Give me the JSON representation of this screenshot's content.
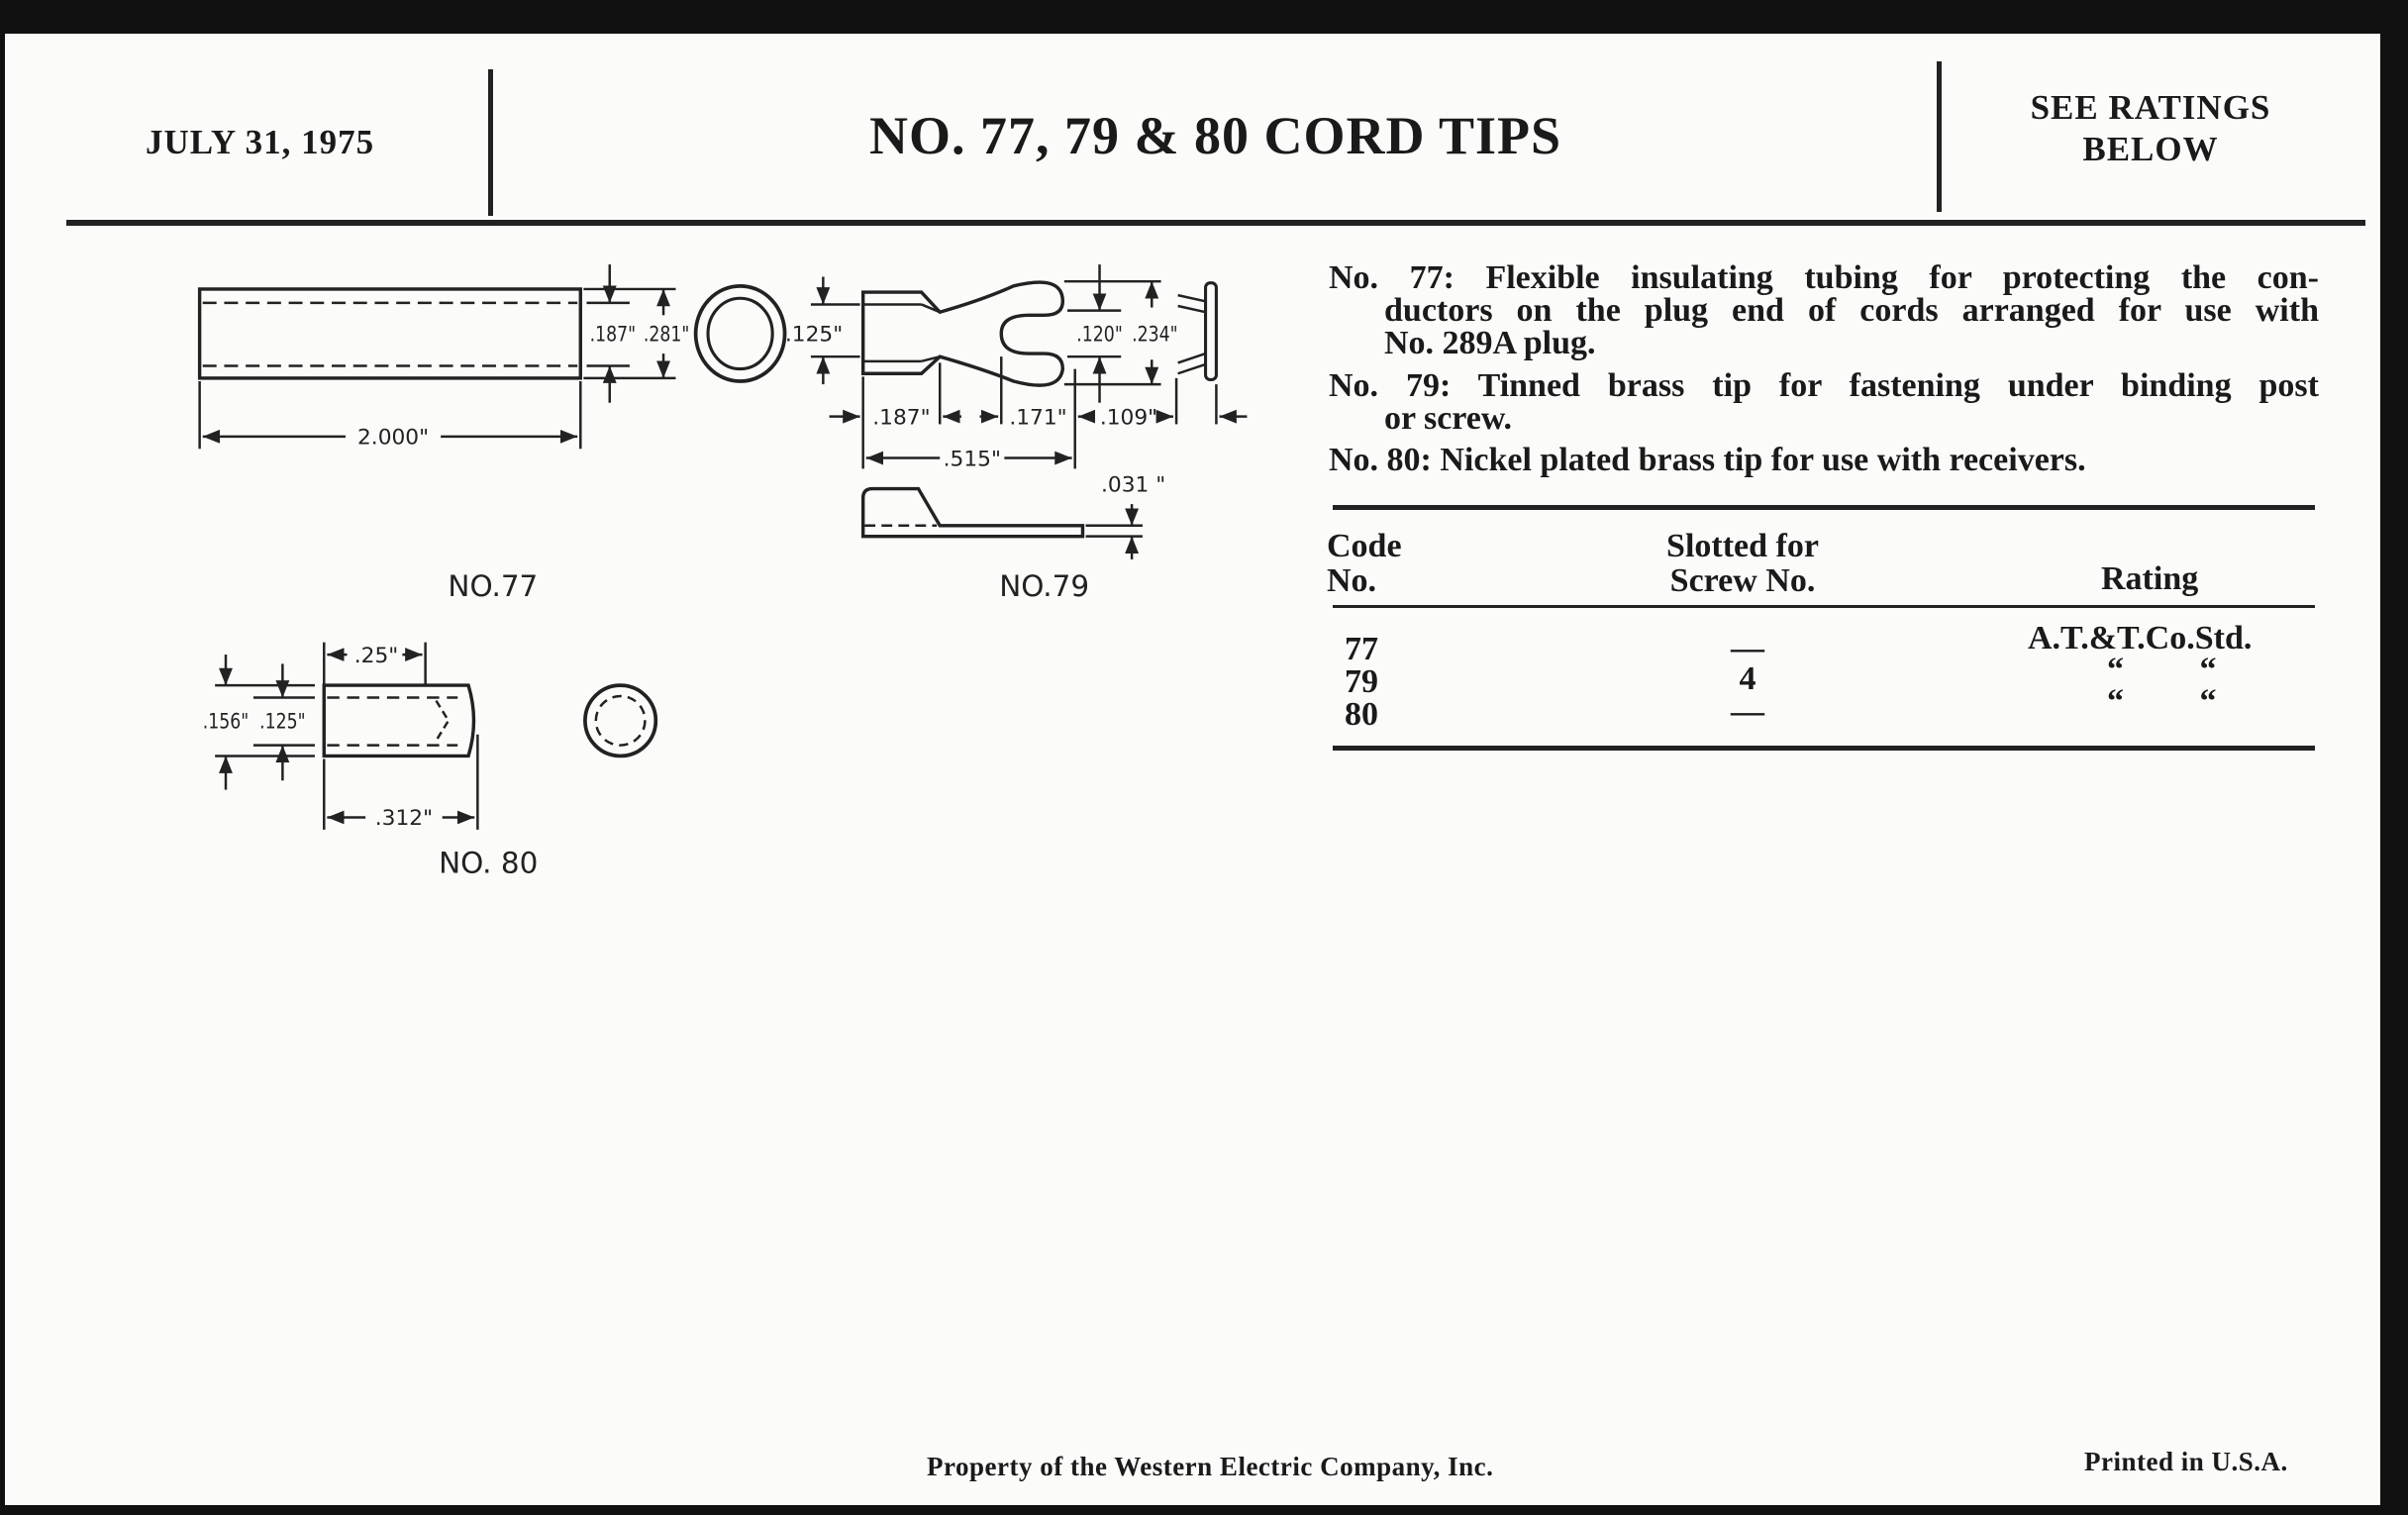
{
  "header": {
    "date": "JULY 31, 1975",
    "title": "NO. 77, 79 & 80 CORD TIPS",
    "ratings_line1": "SEE RATINGS",
    "ratings_line2": "BELOW"
  },
  "descriptions": [
    {
      "lines": [
        "No. 77:  Flexible insulating tubing for protecting the con-",
        "ductors on the plug end of cords arranged for use with",
        "No. 289A plug."
      ]
    },
    {
      "lines": [
        "No. 79:  Tinned brass tip for fastening under binding post",
        "or screw."
      ]
    },
    {
      "lines": [
        "No. 80:  Nickel plated brass tip for use with receivers."
      ]
    }
  ],
  "table": {
    "headers": {
      "code_1": "Code",
      "code_2": "No.",
      "slot_1": "Slotted for",
      "slot_2": "Screw No.",
      "rating": "Rating"
    },
    "rows": [
      {
        "code": "77",
        "screw": "—",
        "rating": "A.T.&T.Co.Std."
      },
      {
        "code": "79",
        "screw": "4",
        "rating": "“         “"
      },
      {
        "code": "80",
        "screw": "—",
        "rating": "“         “"
      }
    ]
  },
  "drawings": {
    "no77": {
      "label": "NO.77",
      "length": "2.000\"",
      "inner_dia": ".187\"",
      "outer_dia": ".281\""
    },
    "no79": {
      "label": "NO.79",
      "height": ".125\"",
      "slot": ".120\"",
      "width": ".234\"",
      "d1": ".187\"",
      "d2": ".171\"",
      "d3": ".109\"",
      "overall": ".515\"",
      "thickness": ".031 \""
    },
    "no80": {
      "label": "NO. 80",
      "outer_dia": ".156\"",
      "inner_dia": ".125\"",
      "depth": ".25\"",
      "length": ".312\""
    }
  },
  "footer": {
    "property": "Property of the Western Electric Company, Inc.",
    "printed": "Printed in U.S.A."
  }
}
